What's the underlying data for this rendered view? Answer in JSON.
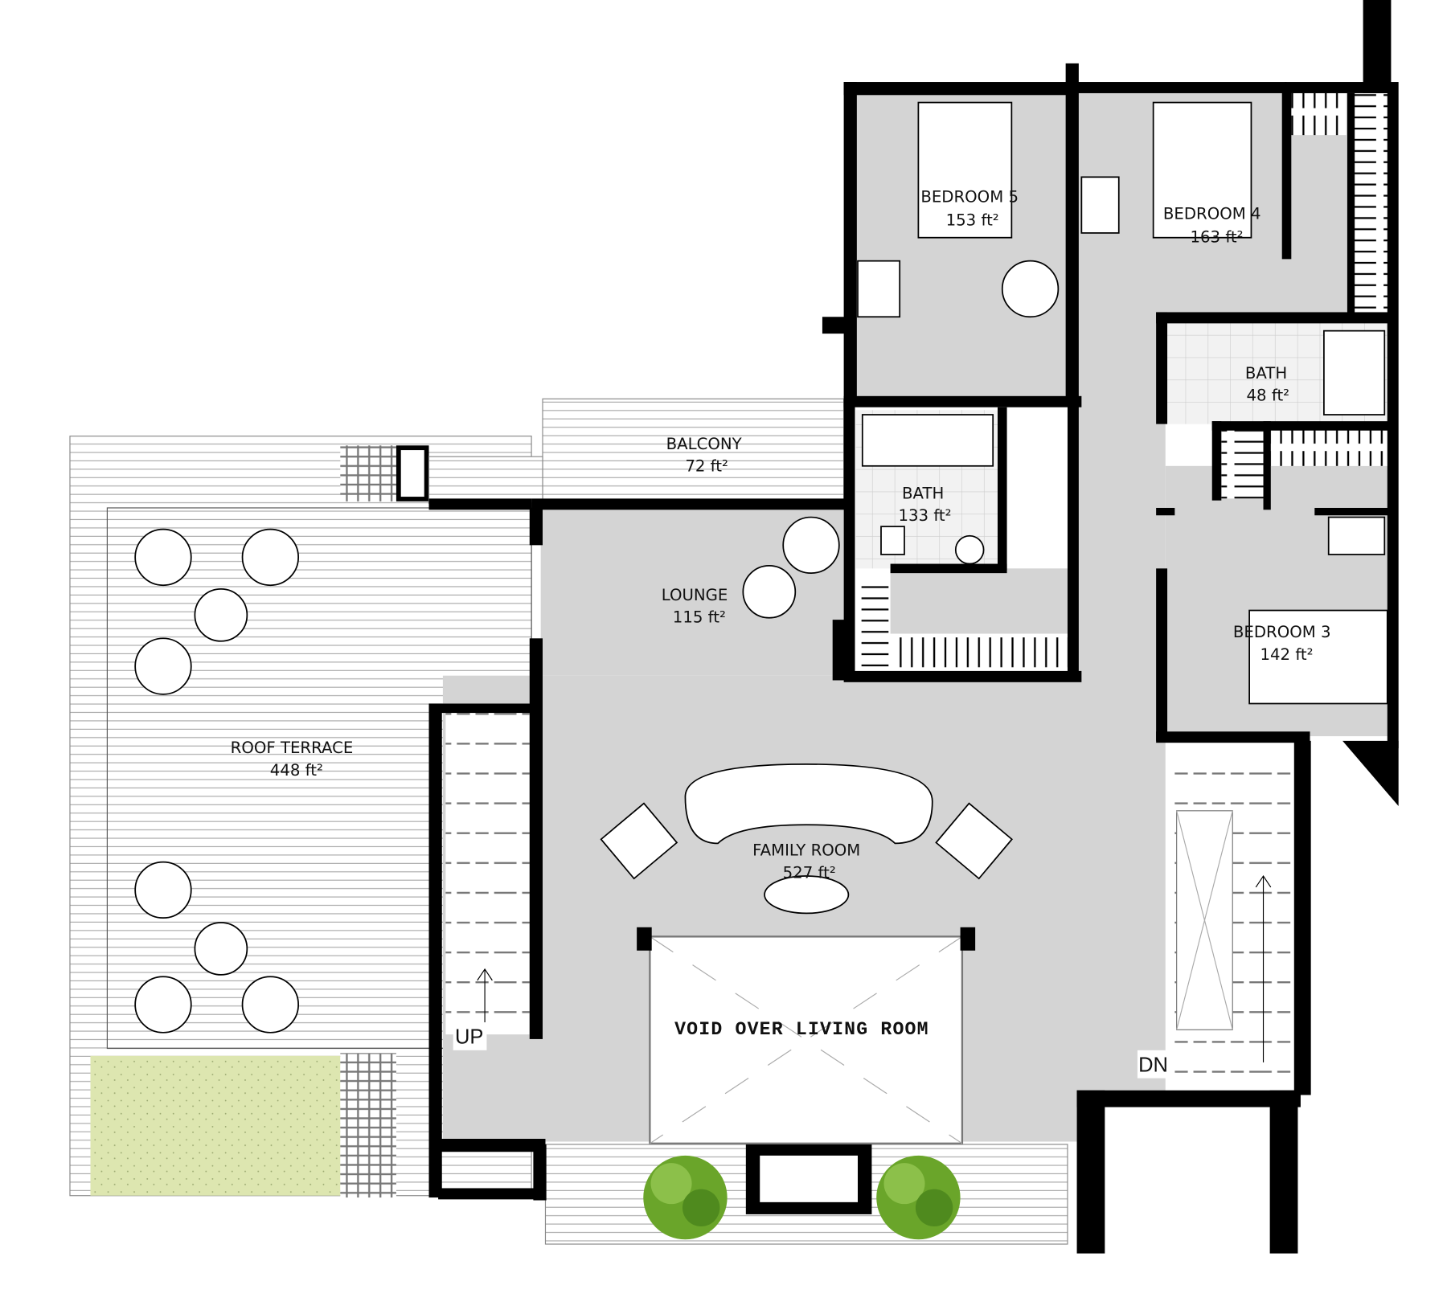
{
  "rooms": {
    "bedroom5": {
      "name": "BEDROOM 5",
      "area": "153 ft²"
    },
    "bedroom4": {
      "name": "BEDROOM 4",
      "area": "163 ft²"
    },
    "bath_upper": {
      "name": "BATH",
      "area": "48 ft²"
    },
    "balcony": {
      "name": "BALCONY",
      "area": "72 ft²"
    },
    "bath_mid": {
      "name": "BATH",
      "area": "133 ft²"
    },
    "lounge": {
      "name": "LOUNGE",
      "area": "115 ft²"
    },
    "bedroom3": {
      "name": "BEDROOM 3",
      "area": "142 ft²"
    },
    "roof_terrace": {
      "name": "ROOF TERRACE",
      "area": "448 ft²"
    },
    "family_room": {
      "name": "FAMILY ROOM",
      "area": "527 ft²"
    },
    "void": {
      "name": "VOID OVER LIVING ROOM"
    }
  },
  "stairs": {
    "up": "UP",
    "down": "DN"
  },
  "colors": {
    "floor": "#d4d4d4",
    "wall": "#000000",
    "lawn": "#dde6b0",
    "plant": "#6aa52a"
  }
}
